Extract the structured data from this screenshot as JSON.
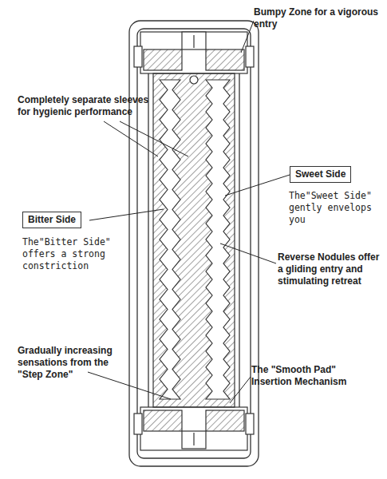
{
  "diagram": {
    "nodes": [
      {
        "text": [
          "Sweet Side"
        ]
      },
      {
        "text": [
          "Bitter Side"
        ]
      }
    ],
    "labels": [
      "Completely separate sleeves for hygienic performance",
      "Bumpy Zone for a vigorous entry",
      "The\"Sweet Side\" gently envelops you",
      "The\"Bitter Side\" offers a strong constriction",
      "Reverse Nodules offer a gliding entry and stimulating retreat",
      "Gradually increasing sensations from the \"Step Zone\"",
      "The \"Smooth Pad\" Insertion Mechanism"
    ]
  }
}
